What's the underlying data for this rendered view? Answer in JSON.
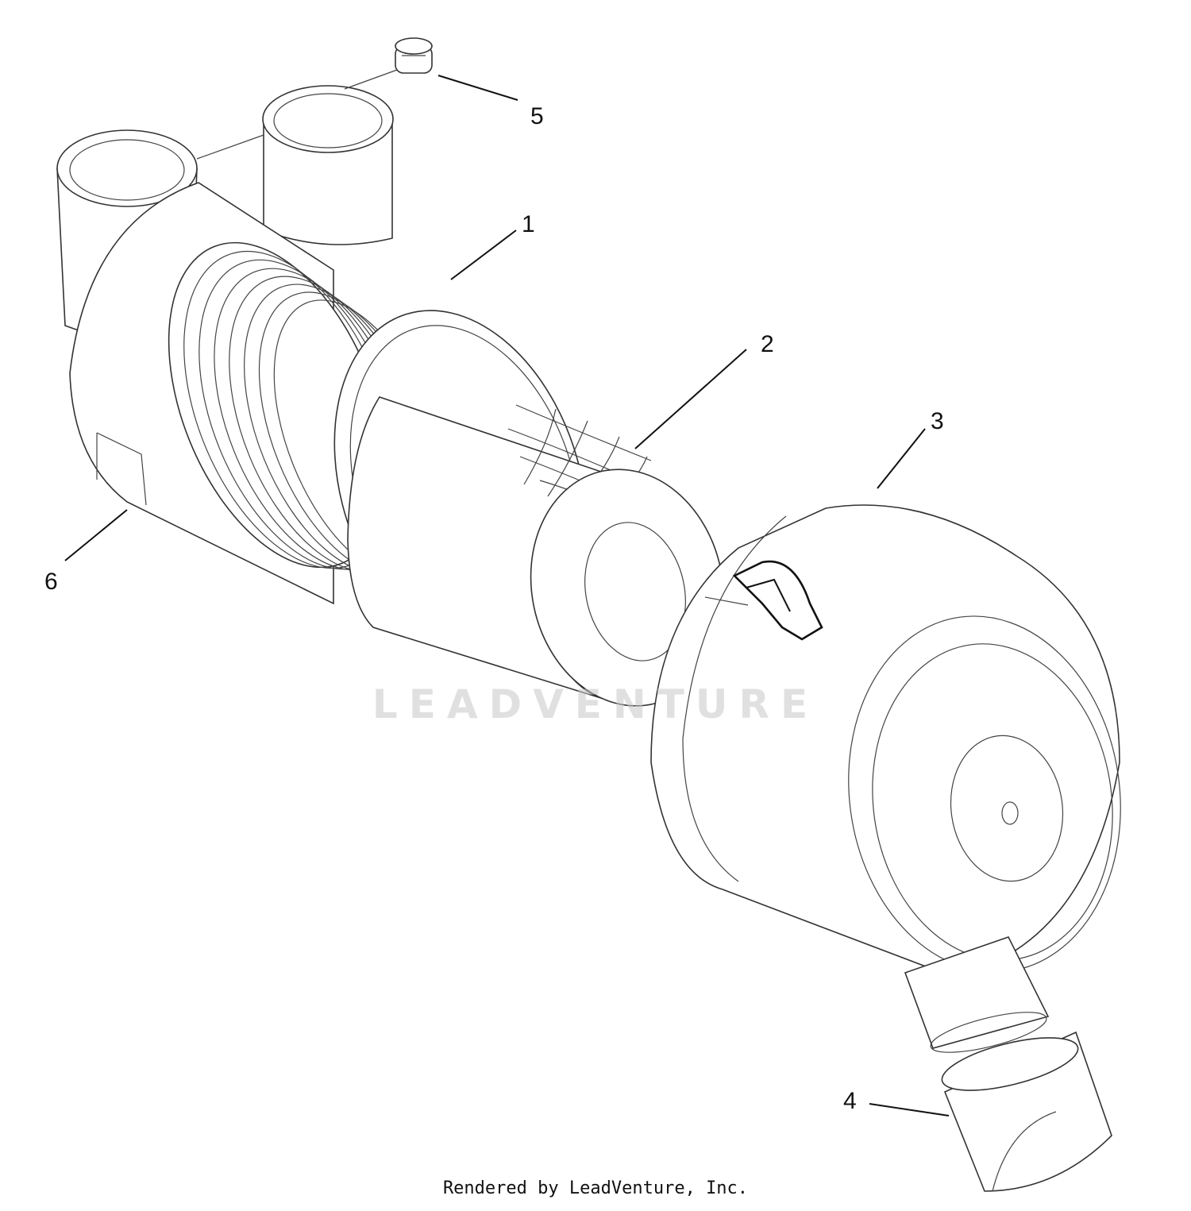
{
  "callouts": [
    {
      "id": "1",
      "label": "1"
    },
    {
      "id": "2",
      "label": "2"
    },
    {
      "id": "3",
      "label": "3"
    },
    {
      "id": "4",
      "label": "4"
    },
    {
      "id": "5",
      "label": "5"
    },
    {
      "id": "6",
      "label": "6"
    }
  ],
  "watermark": "LEADVENTURE",
  "footer": "Rendered by LeadVenture, Inc.",
  "colors": {
    "line": "#333333",
    "watermark": "#c8c8c8"
  }
}
